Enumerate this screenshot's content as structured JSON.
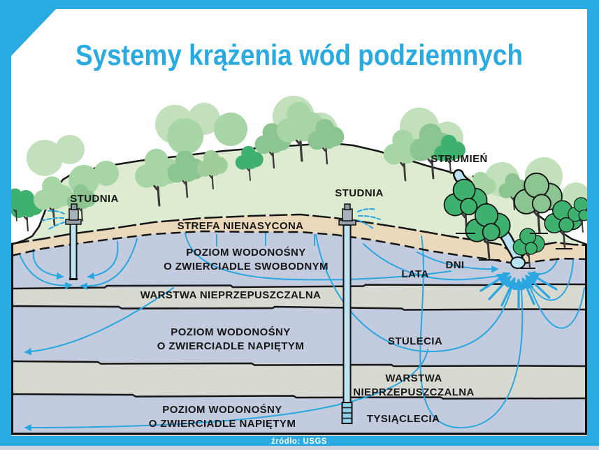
{
  "page": {
    "title": "Systemy krążenia wód podziemnych",
    "source": "źródło: USGS",
    "colors": {
      "frame": "#29ABE2",
      "title": "#29ABE2"
    }
  },
  "diagram": {
    "labels": {
      "well": "STUDNIA",
      "stream": "STRUMIEŃ",
      "unsaturated_zone": "STREFA NIENASYCONA",
      "unconfined_line1": "POZIOM WODONOŚNY",
      "unconfined_line2": "O ZWIERCIADLE SWOBODNYM",
      "impermeable": "WARSTWA NIEPRZEPUSZCZALNA",
      "impermeable_line1": "WARSTWA",
      "impermeable_line2": "NIEPRZEPUSZCZALNA",
      "confined_line1": "POZIOM WODONOŚNY",
      "confined_line2": "O ZWIERCIADLE NAPIĘTYM",
      "time_days": "DNI",
      "time_years": "LATA",
      "time_centuries": "STULECIA",
      "time_millennia": "TYSIĄCLECIA"
    },
    "colors": {
      "hill": "#DDECD1",
      "sand": "#EBD9BB",
      "aquifer": "#C2CCDE",
      "impermeable": "#D8DAD1",
      "water": "#B9E2F4",
      "flow": "#2AA6E0",
      "tree_dark": "#3FB16E",
      "tree_mid": "#8CC492",
      "tree_light": "#A8D5A6",
      "tree_pale": "#C3E0BC",
      "outline": "#1A1A1A"
    }
  }
}
